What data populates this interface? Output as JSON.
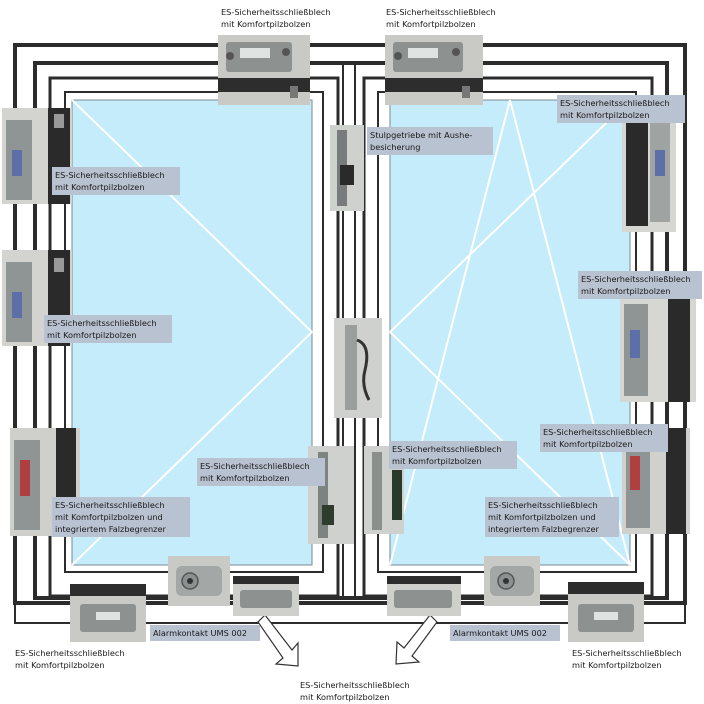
{
  "labels": {
    "top_left": [
      "ES-Sicherheitsschließblech",
      "mit Komfortpilzbolzen"
    ],
    "top_right": [
      "ES-Sicherheitsschließblech",
      "mit Komfortpilzbolzen"
    ],
    "left_upper": [
      "ES-Sicherheitsschließblech",
      "mit Komfortpilzbolzen"
    ],
    "left_middle": [
      "ES-Sicherheitsschließblech",
      "mit Komfortpilzbolzen"
    ],
    "left_lower": [
      "ES-Sicherheitsschließblech",
      "mit Komfortpilzbolzen und",
      "integriertem Falzbegrenzer"
    ],
    "center_upper": [
      "Stulpgetriebe mit Aushe-",
      "besicherung"
    ],
    "center_left_lower": [
      "ES-Sicherheitsschließblech",
      "mit Komfortpilzbolzen"
    ],
    "center_right_lower": [
      "ES-Sicherheitsschließblech",
      "mit Komfortpilzbolzen"
    ],
    "right_top": [
      "ES-Sicherheitsschließblech",
      "mit Komfortpilzbolzen"
    ],
    "right_upper": [
      "ES-Sicherheitsschließblech",
      "mit Komfortpilzbolzen"
    ],
    "right_middle": [
      "ES-Sicherheitsschließblech",
      "mit Komfortpilzbolzen"
    ],
    "right_lower": [
      "ES-Sicherheitsschließblech",
      "mit Komfortpilzbolzen und",
      "integriertem Falzbegrenzer"
    ],
    "alarm_left": [
      "Alarmkontakt UMS 002"
    ],
    "alarm_right": [
      "Alarmkontakt UMS 002"
    ],
    "bottom_left": [
      "ES-Sicherheitsschließblech",
      "mit Komfortpilzbolzen"
    ],
    "bottom_right": [
      "ES-Sicherheitsschließblech",
      "mit Komfortpilzbolzen"
    ],
    "bottom_center": [
      "ES-Sicherheitsschließblech",
      "mit Komfortpilzbolzen"
    ]
  },
  "colors": {
    "glass": "#c4ecfa",
    "frame_line": "#2c2c2c",
    "label_box": "#b9c2d0",
    "photo_metal": "#a7aaa8",
    "photo_dark": "#3a3a3a"
  }
}
